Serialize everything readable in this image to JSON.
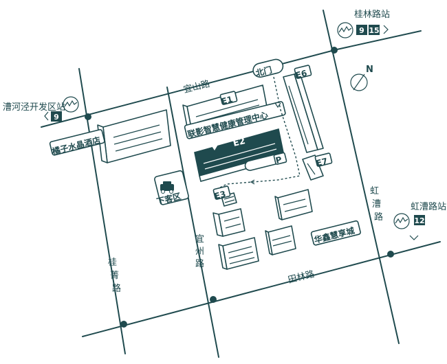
{
  "roads": {
    "yishan": "宜山路",
    "yizhou": "宜州路",
    "tianlin": "田林路",
    "guijing": "桂菁路",
    "hongcao": "虹漕路"
  },
  "metro": {
    "guilin": {
      "name": "桂林路站",
      "lines": [
        "9",
        "15"
      ]
    },
    "caohejing": {
      "name": "漕河泾开发区站",
      "lines": [
        "9"
      ]
    },
    "hongcao": {
      "name": "虹漕路站",
      "lines": [
        "12"
      ]
    }
  },
  "places": {
    "north_gate": "北门",
    "hotel": "橘子水晶酒店",
    "dropoff": "下客区",
    "huaxin": "华鑫慧享城",
    "center": "联影智慧健康管理中心",
    "parking": "P"
  },
  "buildings": {
    "e1": "E1",
    "e2": "E2",
    "e3": "E3",
    "e6": "E6",
    "e7": "E7"
  },
  "compass": {
    "label": "N"
  },
  "colors": {
    "ink": "#1f4a4e",
    "background": "#ffffff"
  }
}
